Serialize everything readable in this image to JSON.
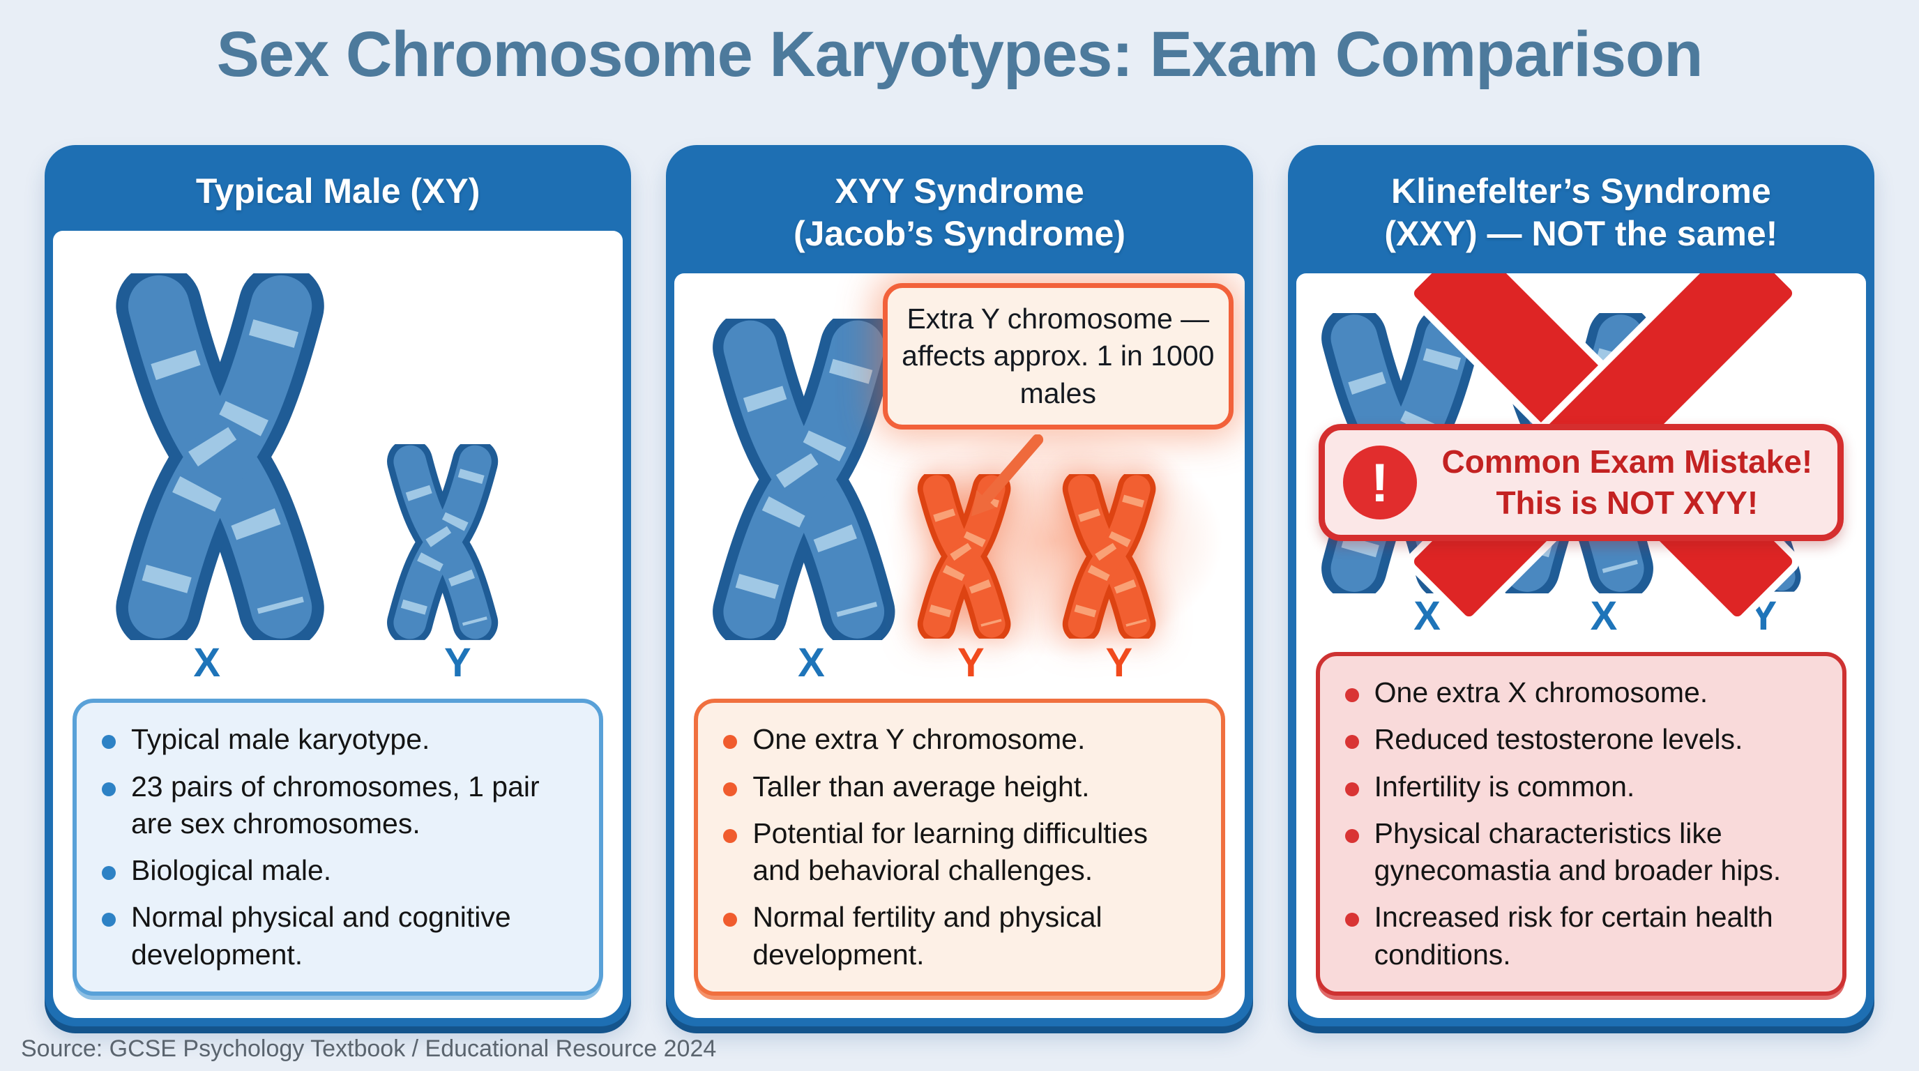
{
  "title": "Sex Chromosome Karyotypes: Exam Comparison",
  "colors": {
    "background": "#e8eef6",
    "header_blue": "#1e6fb3",
    "accent_blue": "#2d82c5",
    "accent_orange": "#f05c2e",
    "accent_red": "#d52e2e",
    "title_color": "#4d7a9c",
    "chromosome_blue": "#4a88c0",
    "chromosome_orange": "#f25f31"
  },
  "panels": [
    {
      "header_line1": "Typical Male (XY)",
      "labels": [
        "X",
        "Y"
      ],
      "bullets": [
        "Typical male karyotype.",
        "23 pairs of chromosomes, 1 pair are sex chromosomes.",
        "Biological male.",
        "Normal physical and cognitive development."
      ]
    },
    {
      "header_line1": "XYY Syndrome",
      "header_line2": "(Jacob’s Syndrome)",
      "callout": "Extra Y chromosome — affects approx. 1 in 1000 males",
      "labels": [
        "X",
        "Y",
        "Y"
      ],
      "bullets": [
        "One extra Y chromosome.",
        "Taller than average height.",
        "Potential for learning difficulties and behavioral challenges.",
        "Normal fertility and physical development."
      ]
    },
    {
      "header_line1": "Klinefelter’s Syndrome",
      "header_line2": "(XXY) — NOT the same!",
      "warning_line1": "Common Exam Mistake!",
      "warning_line2": "This is NOT XYY!",
      "warning_icon_glyph": "!",
      "labels": [
        "X",
        "X",
        "Y"
      ],
      "bullets": [
        "One extra X chromosome.",
        "Reduced testosterone levels.",
        "Infertility is common.",
        "Physical characteristics like gynecomastia and broader hips.",
        "Increased risk for certain health conditions."
      ]
    }
  ],
  "footer": "Source: GCSE Psychology Textbook / Educational Resource 2024"
}
